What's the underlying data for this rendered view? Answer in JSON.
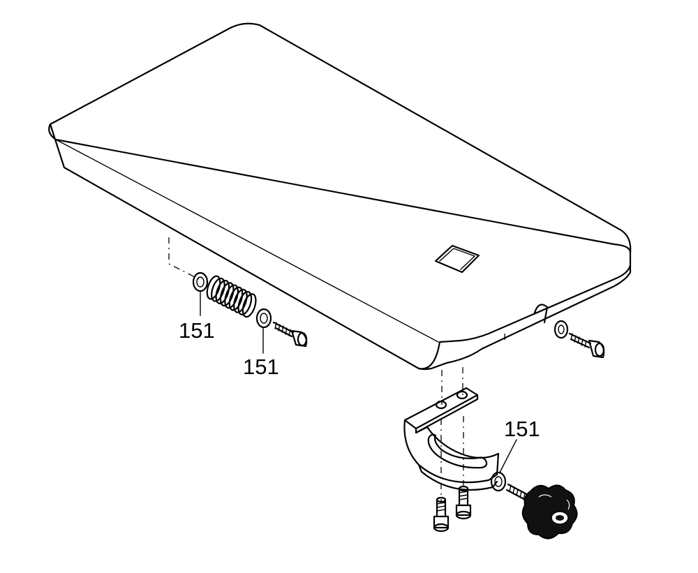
{
  "diagram": {
    "callouts": [
      {
        "id": "washer-left-a",
        "label": "151"
      },
      {
        "id": "washer-left-b",
        "label": "151"
      },
      {
        "id": "washer-bracket",
        "label": "151"
      }
    ]
  }
}
